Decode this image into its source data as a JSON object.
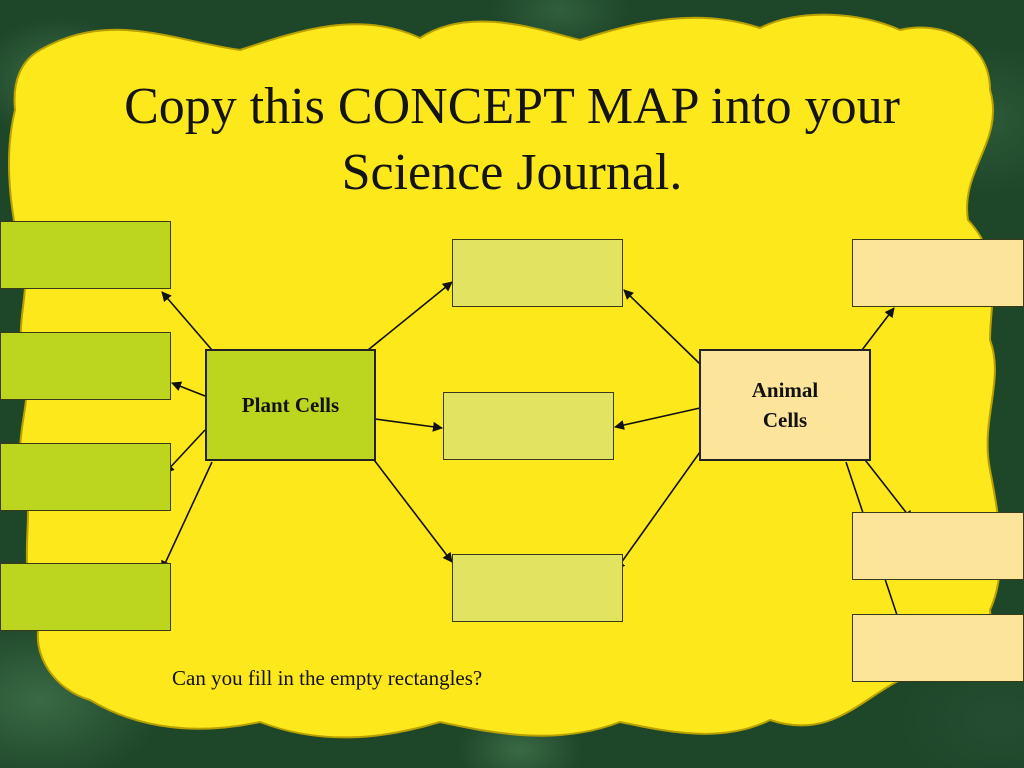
{
  "title": "Copy this CONCEPT MAP into your Science Journal.",
  "plant_node": {
    "label": "Plant Cells"
  },
  "animal_node": {
    "label": "Animal Cells"
  },
  "question": "Can you fill in the empty rectangles?",
  "colors": {
    "blob": "#fde81c",
    "plant_fill": "#bcd620",
    "shared_fill": "#e3e362",
    "animal_fill": "#fde49b",
    "background": "#1e4629"
  }
}
